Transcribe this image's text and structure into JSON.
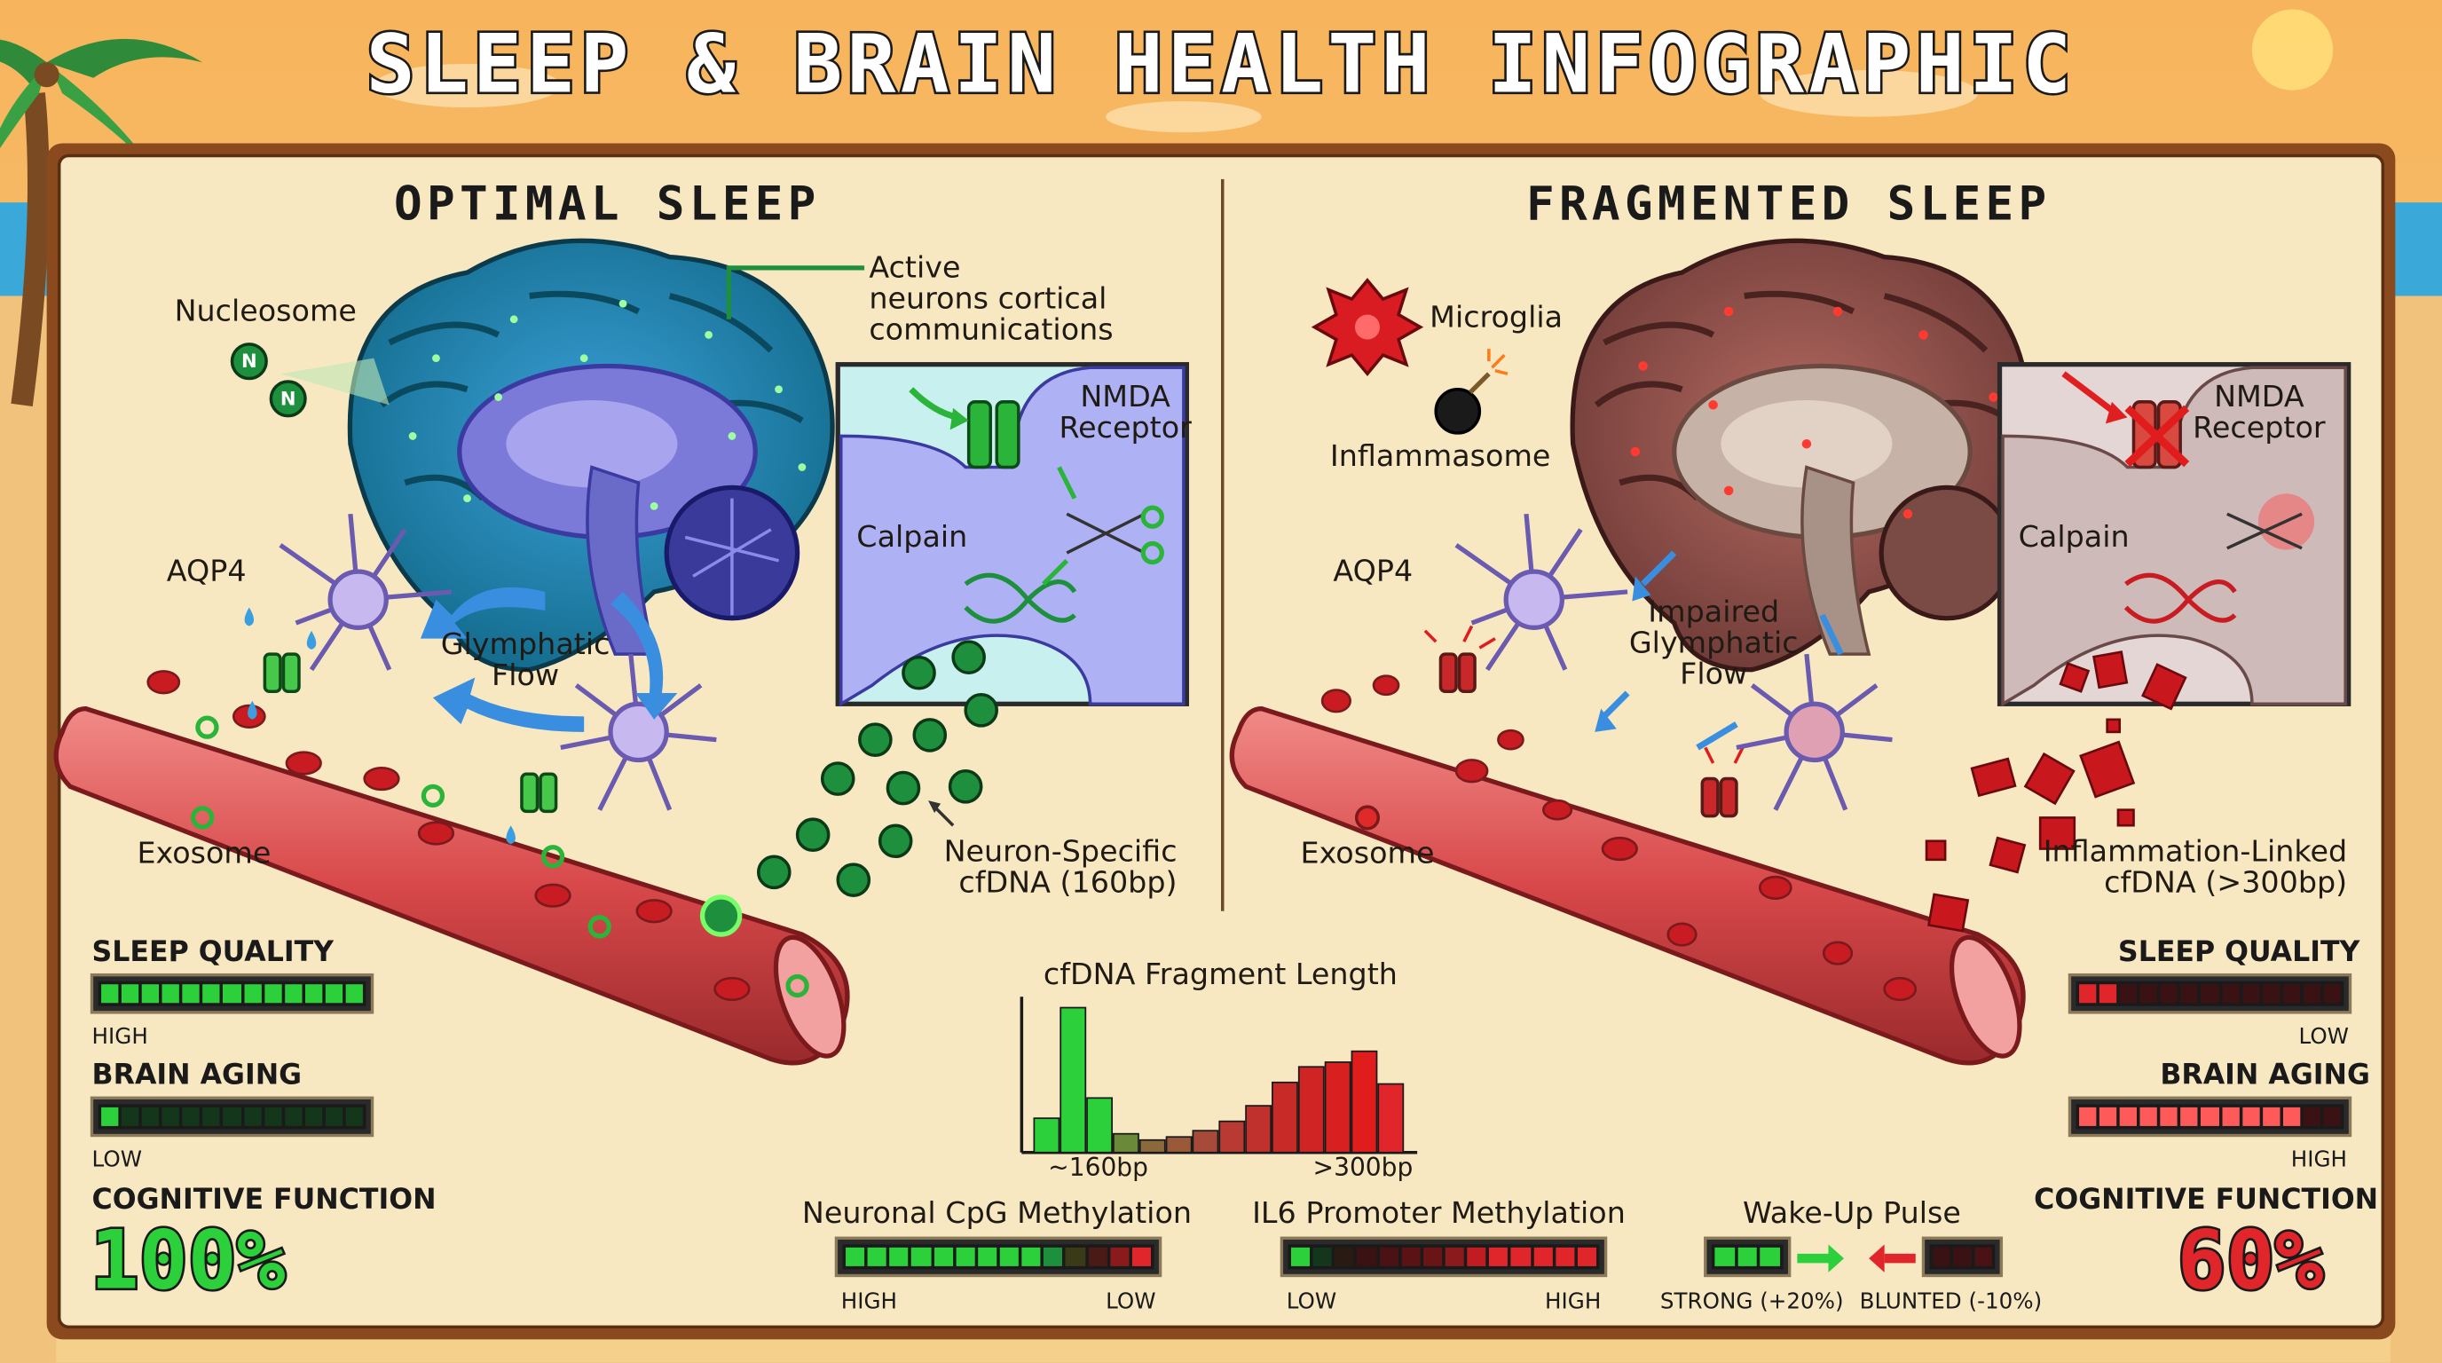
{
  "title": "SLEEP & BRAIN HEALTH INFOGRAPHIC",
  "optimal": {
    "heading": "OPTIMAL SLEEP",
    "nucleosome": "Nucleosome",
    "nucleosome_badge": "N",
    "active_neurons": [
      "Active",
      "neurons cortical",
      "communications"
    ],
    "nmda": [
      "NMDA",
      "Receptor"
    ],
    "calpain": "Calpain",
    "aqp4": "AQP4",
    "glymphatic": [
      "Glymphatic",
      "Flow"
    ],
    "exosome": "Exosome",
    "cfdna": [
      "Neuron-Specific",
      "cfDNA (160bp)"
    ],
    "sleep_quality": {
      "label": "SLEEP QUALITY",
      "level": "HIGH",
      "value": 1.0
    },
    "brain_aging": {
      "label": "BRAIN AGING",
      "level": "LOW",
      "value": 0.1
    },
    "cognitive": {
      "label": "COGNITIVE FUNCTION",
      "value": "100%"
    }
  },
  "fragmented": {
    "heading": "FRAGMENTED SLEEP",
    "microglia": "Microglia",
    "inflammasome": "Inflammasome",
    "nmda": [
      "NMDA",
      "Receptor"
    ],
    "calpain": "Calpain",
    "aqp4": "AQP4",
    "glymphatic": [
      "Impaired",
      "Glymphatic",
      "Flow"
    ],
    "exosome": "Exosome",
    "cfdna": [
      "Inflammation-Linked",
      "cfDNA (>300bp)"
    ],
    "sleep_quality": {
      "label": "SLEEP QUALITY",
      "level": "LOW",
      "value": 0.15
    },
    "brain_aging": {
      "label": "BRAIN AGING",
      "level": "HIGH",
      "value": 0.85
    },
    "cognitive": {
      "label": "COGNITIVE FUNCTION",
      "value": "60%"
    }
  },
  "histogram": {
    "title": "cfDNA Fragment Length",
    "label_short": "~160bp",
    "label_long": ">300bp",
    "bins": [
      0.22,
      0.93,
      0.35,
      0.12,
      0.08,
      0.1,
      0.14,
      0.2,
      0.3,
      0.45,
      0.55,
      0.58,
      0.65,
      0.44
    ]
  },
  "bottom": {
    "cpg": {
      "label": "Neuronal CpG Methylation",
      "left": "HIGH",
      "right": "LOW"
    },
    "il6": {
      "label": "IL6 Promoter Methylation",
      "left": "LOW",
      "right": "HIGH"
    },
    "wake": {
      "label": "Wake-Up Pulse",
      "strong": "STRONG (+20%)",
      "blunted": "BLUNTED (-10%)"
    }
  },
  "colors": {
    "good": "#2bd03a",
    "bad": "#e0262a",
    "frame": "#8a4a1e",
    "panel": "#f8e8c2",
    "sand": "#f0c27c"
  }
}
